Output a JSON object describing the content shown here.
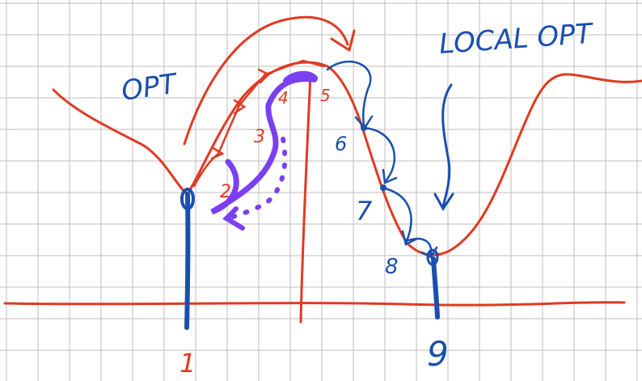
{
  "labels": {
    "opt": "OPT",
    "local_opt": "LOCAL OPT",
    "n1": "1",
    "n2": "2",
    "n3": "3",
    "n4": "4",
    "n5": "5",
    "n6": "6",
    "n7": "7",
    "n8": "8",
    "n9": "9"
  },
  "colors": {
    "grid": "#c9c9c9",
    "red": "#e03a22",
    "blue": "#1b4fae",
    "purple": "#7b3ff2"
  }
}
